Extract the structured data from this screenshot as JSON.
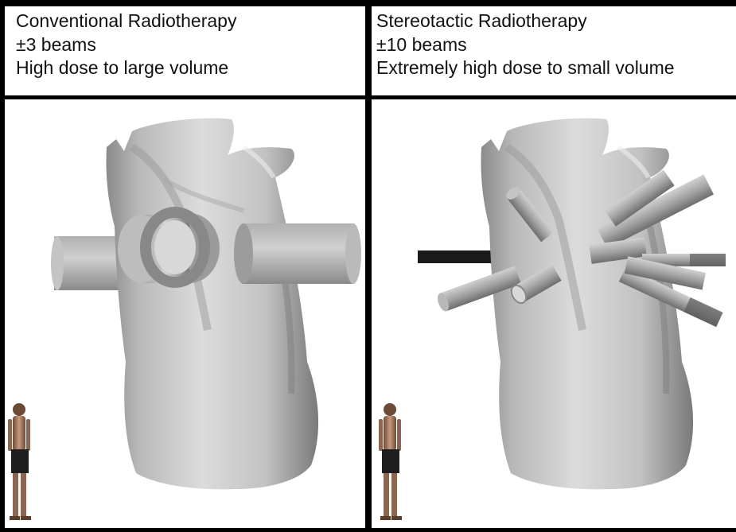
{
  "panels": [
    {
      "title": "Conventional Radiotherapy",
      "beams": "±3 beams",
      "description": "High dose to large volume"
    },
    {
      "title": "Stereotactic Radiotherapy",
      "beams": "±10 beams",
      "description": "Extremely high dose to small volume"
    }
  ],
  "colors": {
    "border": "#000000",
    "torso_light": "#d9d9d9",
    "torso_mid": "#a8a8a8",
    "torso_dark": "#6f6f6f",
    "beam_light": "#c8c8c8",
    "beam_dark": "#6e6e6e",
    "black_beam": "#1a1a1a"
  }
}
